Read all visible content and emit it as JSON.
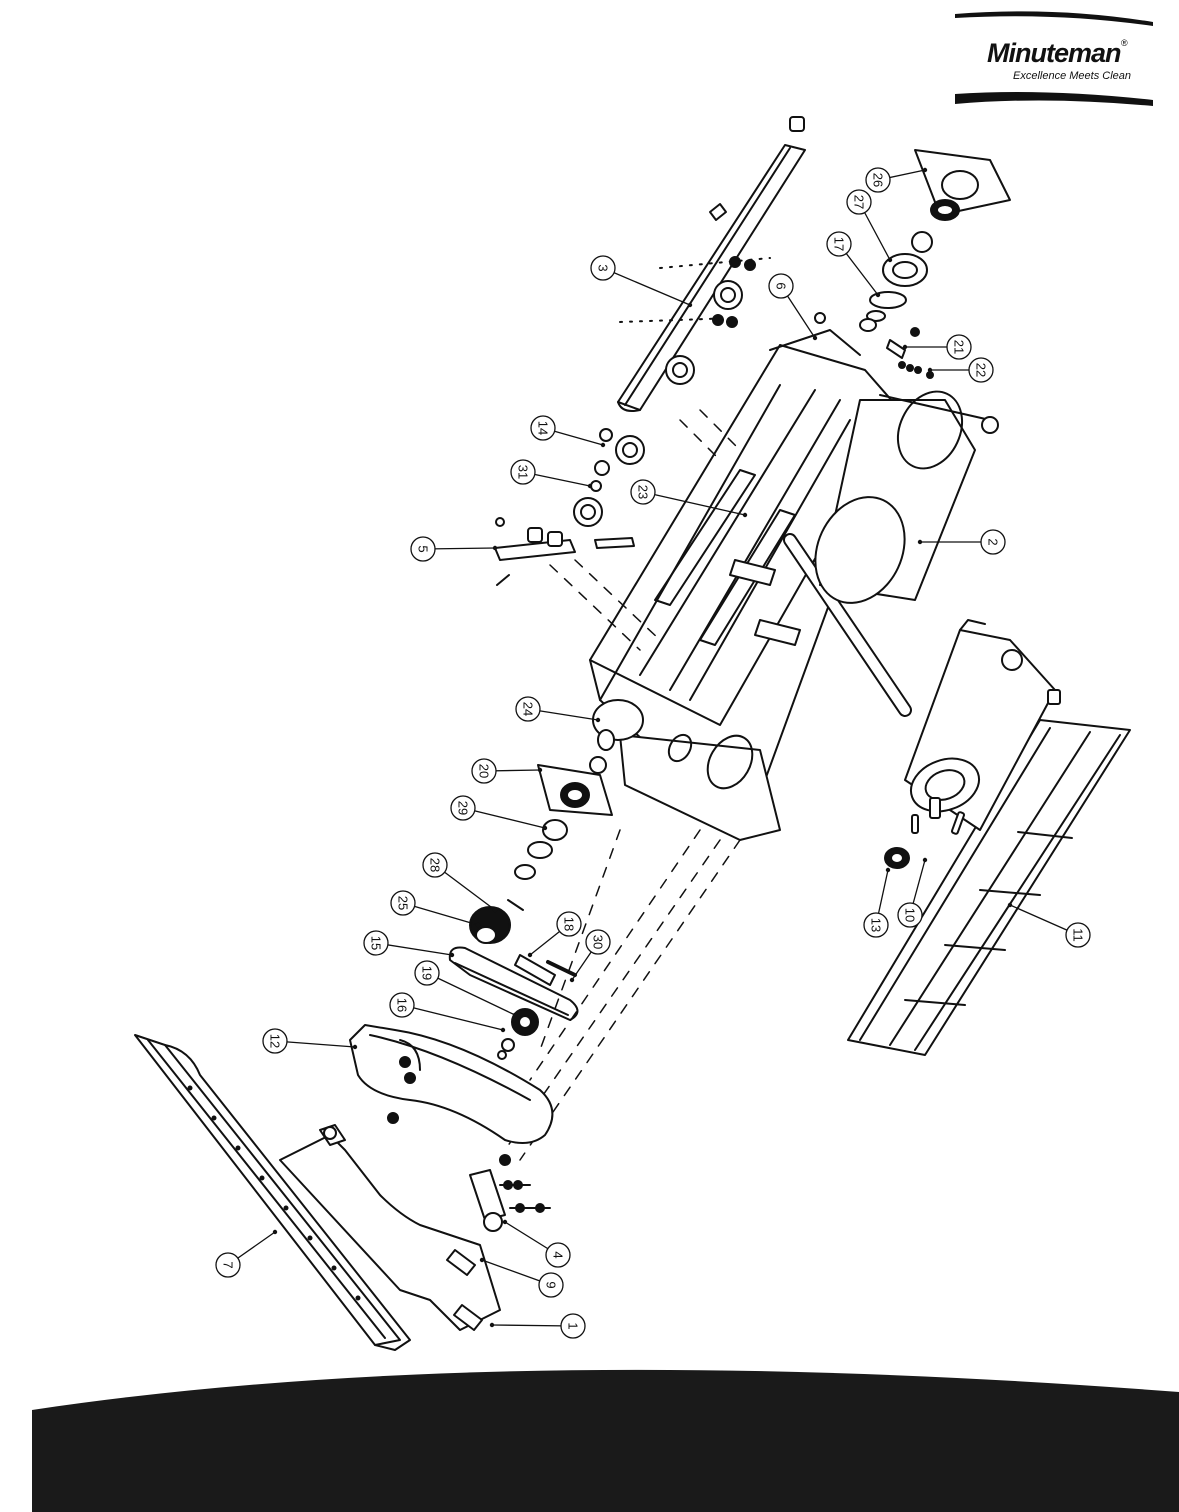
{
  "brand": {
    "name": "Minuteman",
    "registered": "®",
    "tagline": "Excellence Meets Clean"
  },
  "diagram": {
    "callouts": [
      {
        "id": "1",
        "label": "1"
      },
      {
        "id": "2",
        "label": "2"
      },
      {
        "id": "3",
        "label": "3"
      },
      {
        "id": "4",
        "label": "4"
      },
      {
        "id": "5",
        "label": "5"
      },
      {
        "id": "6",
        "label": "6"
      },
      {
        "id": "7",
        "label": "7"
      },
      {
        "id": "9",
        "label": "9"
      },
      {
        "id": "10",
        "label": "10"
      },
      {
        "id": "11",
        "label": "11"
      },
      {
        "id": "12",
        "label": "12"
      },
      {
        "id": "13",
        "label": "13"
      },
      {
        "id": "14",
        "label": "14"
      },
      {
        "id": "15",
        "label": "15"
      },
      {
        "id": "16",
        "label": "16"
      },
      {
        "id": "17",
        "label": "17"
      },
      {
        "id": "18",
        "label": "18"
      },
      {
        "id": "19",
        "label": "19"
      },
      {
        "id": "20",
        "label": "20"
      },
      {
        "id": "21",
        "label": "21"
      },
      {
        "id": "22",
        "label": "22"
      },
      {
        "id": "23",
        "label": "23"
      },
      {
        "id": "24",
        "label": "24"
      },
      {
        "id": "25",
        "label": "25"
      },
      {
        "id": "26",
        "label": "26"
      },
      {
        "id": "27",
        "label": "27"
      },
      {
        "id": "28",
        "label": "28"
      },
      {
        "id": "29",
        "label": "29"
      },
      {
        "id": "30",
        "label": "30"
      },
      {
        "id": "31",
        "label": "31"
      }
    ]
  },
  "colors": {
    "ink": "#111111",
    "paper": "#ffffff",
    "footer_band": "#1a1a1a"
  }
}
